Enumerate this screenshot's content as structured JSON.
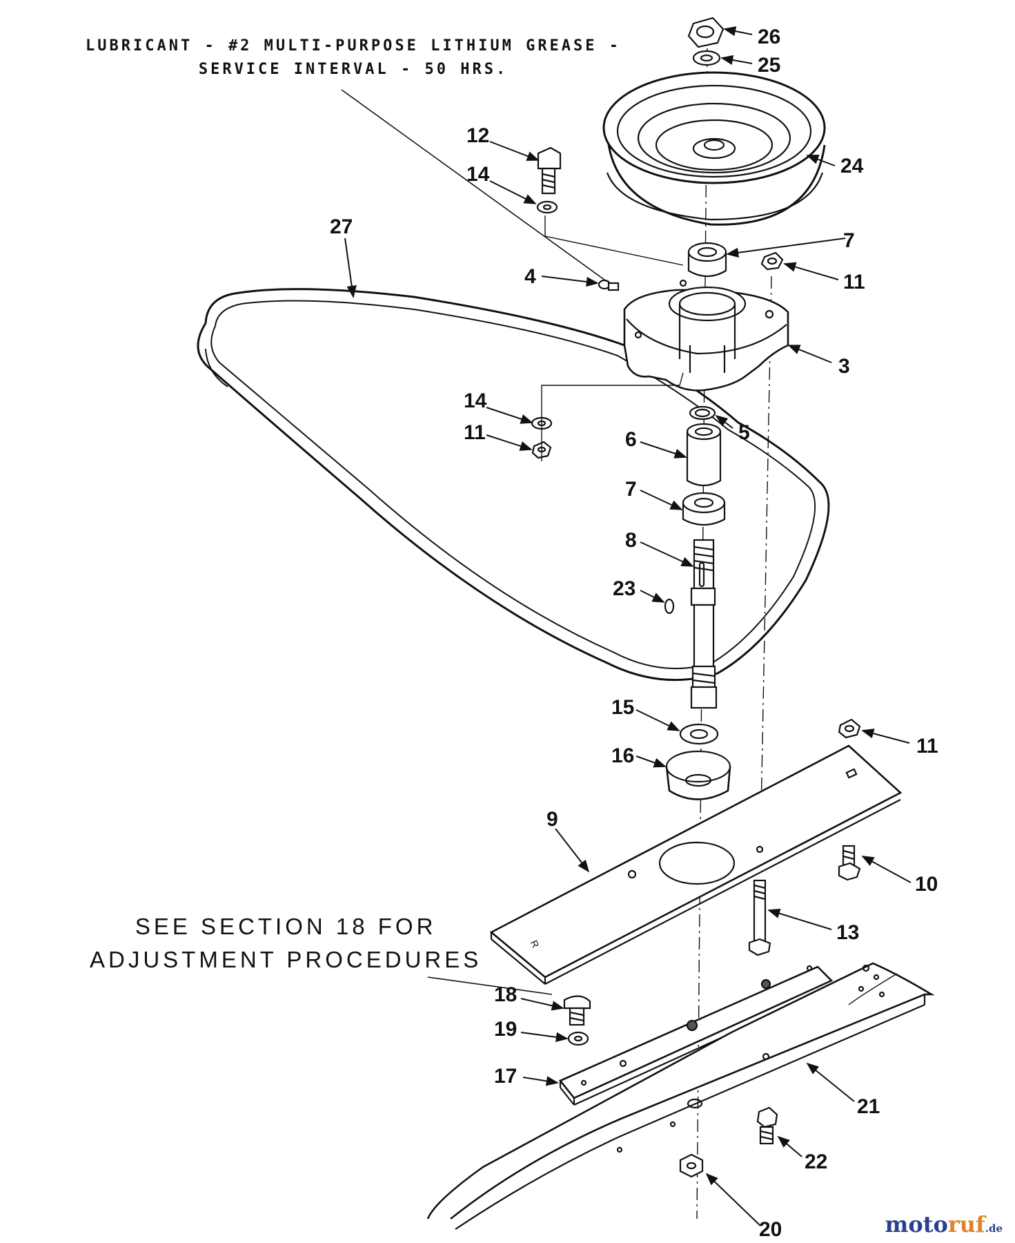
{
  "notes": {
    "lubricant_line1": "LUBRICANT - #2 MULTI-PURPOSE LITHIUM GREASE -",
    "lubricant_line2": "SERVICE INTERVAL - 50 HRS.",
    "adjust_line1": "SEE SECTION 18 FOR",
    "adjust_line2": "ADJUSTMENT PROCEDURES"
  },
  "callouts": {
    "c26": "26",
    "c25": "25",
    "c24": "24",
    "c12": "12",
    "c14a": "14",
    "c27": "27",
    "c7a": "7",
    "c11a": "11",
    "c4": "4",
    "c3": "3",
    "c14b": "14",
    "c5": "5",
    "c11b": "11",
    "c6": "6",
    "c7b": "7",
    "c8": "8",
    "c23": "23",
    "c15": "15",
    "c11c": "11",
    "c16": "16",
    "c9": "9",
    "c10": "10",
    "c13": "13",
    "c18": "18",
    "c19": "19",
    "c17": "17",
    "c21": "21",
    "c22": "22",
    "c20": "20"
  },
  "watermark": {
    "name_a": "moto",
    "name_b": "ruf",
    "tld": ".de"
  },
  "colors": {
    "ink": "#111111",
    "logo_blue": "#2b3f8f",
    "logo_orange": "#e0822a"
  }
}
